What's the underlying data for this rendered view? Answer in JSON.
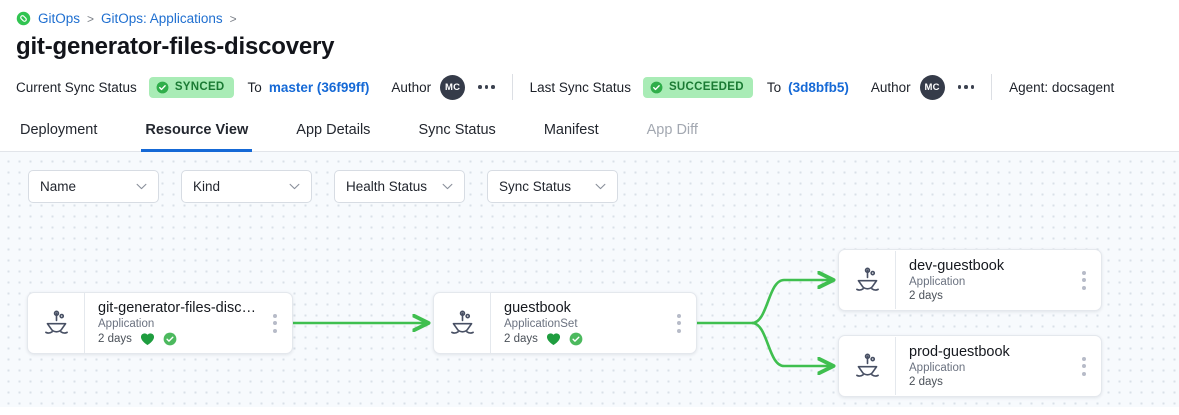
{
  "breadcrumb": {
    "icon": "gitops-icon",
    "items": [
      {
        "label": "GitOps"
      },
      {
        "label": "GitOps: Applications"
      }
    ],
    "separator": ">"
  },
  "page_title": "git-generator-files-discovery",
  "status_bar": {
    "current": {
      "label": "Current Sync Status",
      "badge": "SYNCED",
      "badge_icon": "check-circle-icon",
      "to_word": "To",
      "revision": "master (36f99ff)",
      "author_label": "Author",
      "avatar_initials": "MC",
      "menu_icon": "ellipsis-horizontal-icon"
    },
    "last": {
      "label": "Last Sync Status",
      "badge": "SUCCEEDED",
      "badge_icon": "check-circle-icon",
      "to_word": "To",
      "revision": "(3d8bfb5)",
      "author_label": "Author",
      "avatar_initials": "MC",
      "menu_icon": "ellipsis-horizontal-icon"
    },
    "agent": "Agent:  docsagent"
  },
  "tabs": [
    {
      "label": "Deployment",
      "active": false,
      "disabled": false
    },
    {
      "label": "Resource View",
      "active": true,
      "disabled": false
    },
    {
      "label": "App Details",
      "active": false,
      "disabled": false
    },
    {
      "label": "Sync Status",
      "active": false,
      "disabled": false
    },
    {
      "label": "Manifest",
      "active": false,
      "disabled": false
    },
    {
      "label": "App Diff",
      "active": false,
      "disabled": true
    }
  ],
  "filters": [
    {
      "label": "Name"
    },
    {
      "label": "Kind"
    },
    {
      "label": "Health Status"
    },
    {
      "label": "Sync Status"
    }
  ],
  "graph": {
    "nodes": [
      {
        "id": "root",
        "title": "git-generator-files-disco...",
        "kind": "Application",
        "age": "2 days",
        "health": "healthy",
        "sync": "synced"
      },
      {
        "id": "appset",
        "title": "guestbook",
        "kind": "ApplicationSet",
        "age": "2 days",
        "health": "healthy",
        "sync": "synced"
      },
      {
        "id": "dev",
        "title": "dev-guestbook",
        "kind": "Application",
        "age": "2 days",
        "health": null,
        "sync": null
      },
      {
        "id": "prod",
        "title": "prod-guestbook",
        "kind": "Application",
        "age": "2 days",
        "health": null,
        "sync": null
      }
    ]
  },
  "colors": {
    "accent_blue": "#1569d6",
    "link_blue": "#1f6fd0",
    "edge_green": "#3fbf4f",
    "badge_bg": "#a9ecb6",
    "badge_text": "#1a7a33",
    "health_green": "#1f9d3f",
    "canvas_bg": "#f7fafd",
    "grid_dot": "#d9e0e8"
  }
}
